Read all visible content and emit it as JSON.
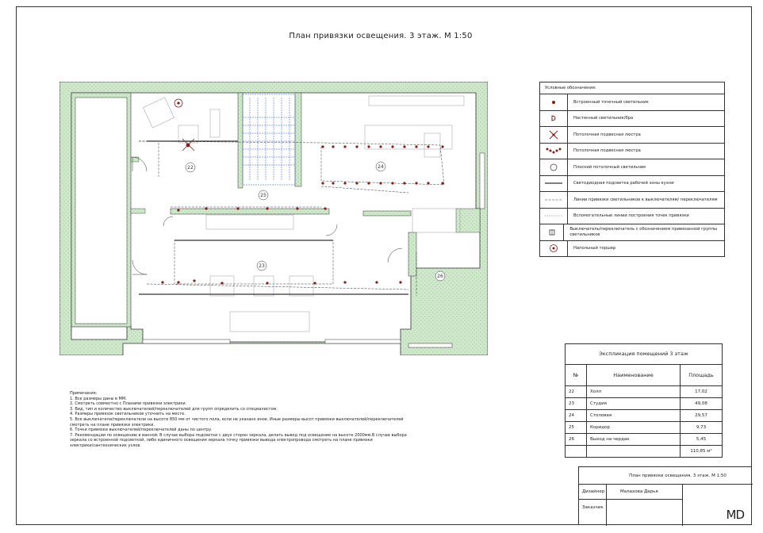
{
  "title": "План привязки освещения. 3 этаж. М 1:50",
  "rooms": [
    "22",
    "23",
    "24",
    "25",
    "26"
  ],
  "legend": {
    "header": "Условные обозначения:",
    "items": [
      {
        "icon": "recessed-spot-icon",
        "label": "Встроенный точечный светильник"
      },
      {
        "icon": "wall-sconce-icon",
        "label": "Настенный светильник/бра"
      },
      {
        "icon": "pendant-chandelier-icon",
        "label": "Потолочная подвесная люстра"
      },
      {
        "icon": "pendant-cluster-icon",
        "label": "Потолочная подвесная люстра"
      },
      {
        "icon": "flat-ceiling-light-icon",
        "label": "Плоский потолочный светильник"
      },
      {
        "icon": "led-strip-icon",
        "label": "Светодиодная подсветка рабочей зоны кухни"
      },
      {
        "icon": "switch-link-line-icon",
        "label": "Линии привязки светильников к выключателям/ переключателям"
      },
      {
        "icon": "auxiliary-line-icon",
        "label": "Вспомогательные линии построения точек привязки"
      },
      {
        "icon": "switch-icon",
        "label": "Выключатель/переключатель с обозначением привязанной группы светильников"
      },
      {
        "icon": "floor-lamp-icon",
        "label": "Напольный торшер"
      }
    ]
  },
  "explication": {
    "title": "Экспликация помещений 3 этаж",
    "columns": [
      "№",
      "Наименование",
      "Площадь"
    ],
    "rows": [
      {
        "num": "22",
        "name": "Холл",
        "area": "17,02"
      },
      {
        "num": "23",
        "name": "Студия",
        "area": "49,08"
      },
      {
        "num": "24",
        "name": "Столовая",
        "area": "29,57"
      },
      {
        "num": "25",
        "name": "Коридор",
        "area": "9,73"
      },
      {
        "num": "26",
        "name": "Выход на чердак",
        "area": "5,45"
      }
    ],
    "total": "110,85 м²"
  },
  "notes": {
    "header": "Примечания:",
    "lines": [
      "1. Все размеры даны в ММ.",
      "2. Смотреть совместно с Планами привязки электрики.",
      "3. Вид, тип и количество выключателей/переключателей для групп определить со специалистом.",
      "4. Размеры привязок светильников уточнить на месте.",
      "5. Все выключатели/переключатели на высоте 850 мм от чистого пола, если не указано иное. Иные размеры высот привязки выключателей/переключателей",
      "смотреть на плане привязки электрики.",
      "6. Точки привязки выключателей/переключателей даны по центру.",
      "7. Рекомендации по освещению в ванной: В случае выбора подсветки с двух сторон зеркала, делать вывод под освещение на высоте 2000мм.В случае выбора",
      "зеркала со встроенной подсветкой, либо единичного освещения зеркала точку привязки вывода электропровода смотреть на плане привязки",
      "электрики/сантехнических узлов."
    ]
  },
  "stamp": {
    "title": "План привязки освещения. 3 этаж. М 1:50",
    "designer_label": "Дизайнер",
    "designer_name": "Малахова Дарья",
    "customer_label": "Заказчик",
    "logo": "MD"
  },
  "colors": {
    "wall_fill": "#cfe8cb",
    "line": "#333333",
    "lamp": "#8a1a1a",
    "stair": "#2b5bd7"
  }
}
